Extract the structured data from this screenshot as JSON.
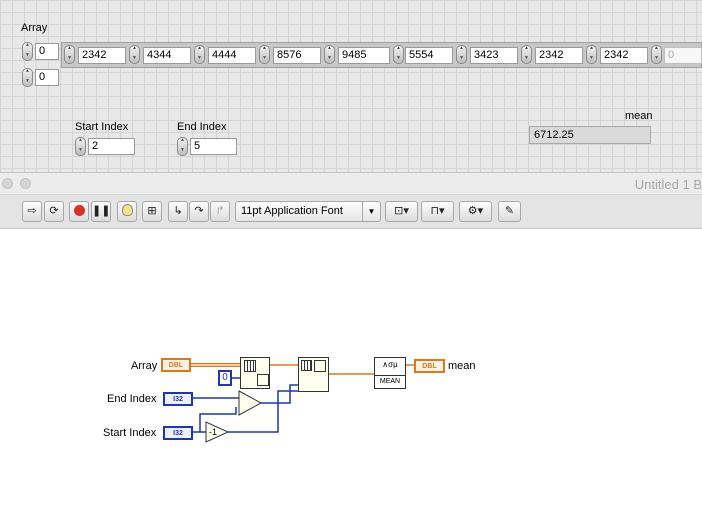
{
  "front_panel": {
    "array_label": "Array",
    "array_index_1": "0",
    "array_index_2": "0",
    "array_values": [
      "2342",
      "4344",
      "4444",
      "8576",
      "9485",
      "5554",
      "3423",
      "2342",
      "2342",
      "0"
    ],
    "start_index_label": "Start Index",
    "start_index_value": "2",
    "end_index_label": "End Index",
    "end_index_value": "5",
    "mean_label": "mean",
    "mean_value": "6712.25"
  },
  "window": {
    "title": "Untitled 1 B"
  },
  "toolbar": {
    "font_selector": "11pt Application Font",
    "icons": [
      "run-arrow-icon",
      "run-continuously-icon",
      "abort-icon",
      "pause-icon",
      "highlight-execution-icon",
      "retain-wire-values-icon",
      "step-into-icon",
      "step-over-icon",
      "step-out-icon",
      "align-objects-icon",
      "distribute-objects-icon",
      "reorder-icon",
      "cleanup-diagram-icon"
    ]
  },
  "diagram": {
    "array_label": "Array",
    "array_terminal": "DBL",
    "end_index_label": "End Index",
    "end_index_terminal": "I32",
    "start_index_label": "Start Index",
    "start_index_terminal": "I32",
    "index_constant": "0",
    "decrement_text": "-1",
    "mean_node_text": "MEAN",
    "mean_terminal": "DBL",
    "mean_label": "mean",
    "colors": {
      "double_wire": "#e07818",
      "integer_wire": "#1c36b4"
    }
  }
}
